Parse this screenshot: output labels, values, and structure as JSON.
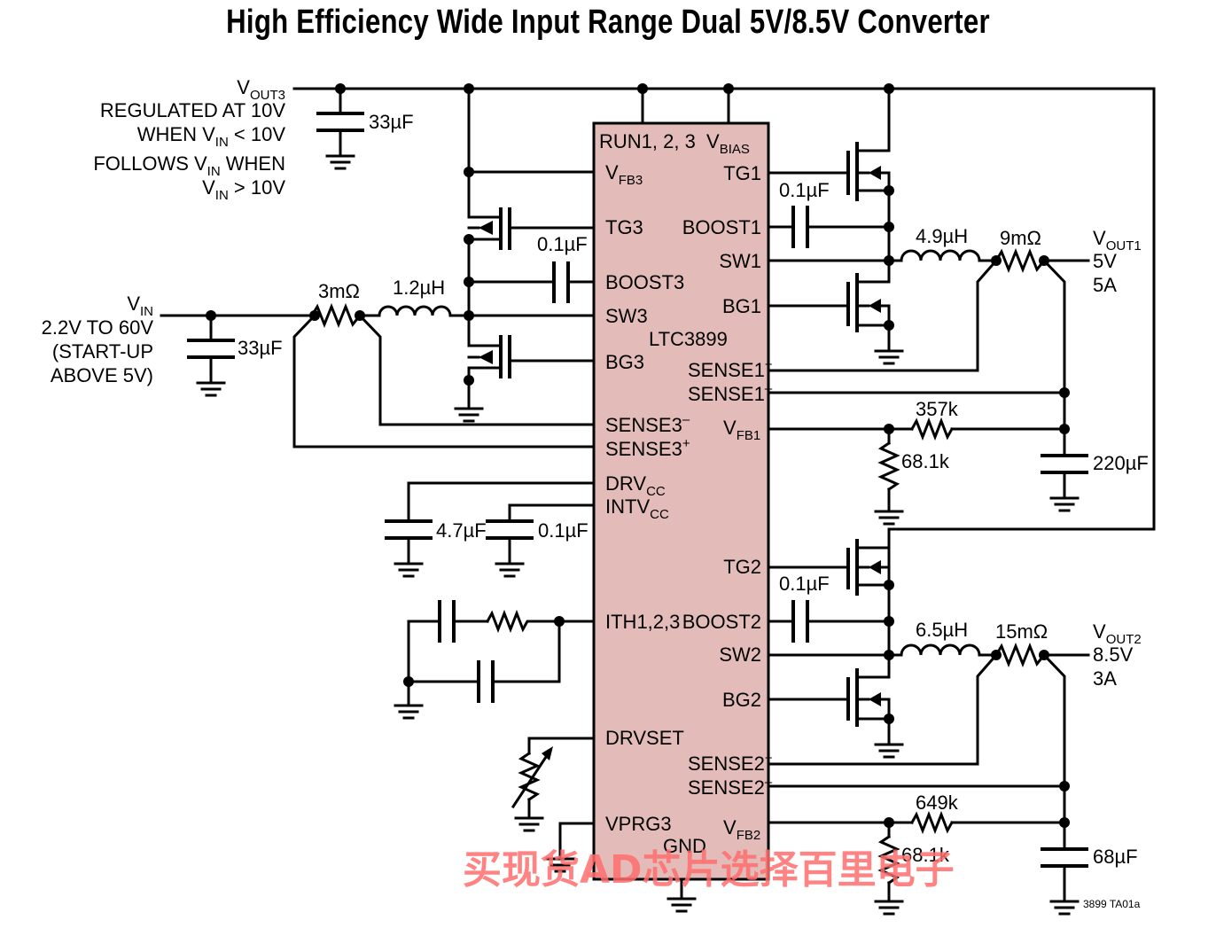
{
  "title": "High Efficiency Wide Input Range Dual 5V/8.5V Converter",
  "ic": {
    "name": "LTC3899",
    "fill": "#e3bcb9",
    "pins_left": {
      "run": "RUN1, 2, 3",
      "vfb3": "V",
      "vfb3_sub": "FB3",
      "tg3": "TG3",
      "boost3": "BOOST3",
      "sw3": "SW3",
      "bg3": "BG3",
      "sense3m": "SENSE3",
      "sense3m_sup": "–",
      "sense3p": "SENSE3",
      "sense3p_sup": "+",
      "drvcc": "DRV",
      "drvcc_sub": "CC",
      "intvcc": "INTV",
      "intvcc_sub": "CC",
      "ith": "ITH1,2,3",
      "drvset": "DRVSET",
      "vprg3": "VPRG3",
      "gnd": "GND"
    },
    "pins_right": {
      "vbias": "V",
      "vbias_sub": "BIAS",
      "tg1": "TG1",
      "boost1": "BOOST1",
      "sw1": "SW1",
      "bg1": "BG1",
      "sense1p": "SENSE1",
      "sense1p_sup": "+",
      "sense1m": "SENSE1",
      "sense1m_sup": "–",
      "vfb1": "V",
      "vfb1_sub": "FB1",
      "tg2": "TG2",
      "boost2": "BOOST2",
      "sw2": "SW2",
      "bg2": "BG2",
      "sense2p": "SENSE2",
      "sense2p_sup": "+",
      "sense2m": "SENSE2",
      "sense2m_sup": "–",
      "vfb2": "V",
      "vfb2_sub": "FB2"
    }
  },
  "vout3": {
    "name": "V",
    "name_sub": "OUT3",
    "line1": "REGULATED AT 10V",
    "line2a": "WHEN V",
    "line2_sub": "IN",
    "line2b": " < 10V",
    "line3a": "FOLLOWS V",
    "line3_sub": "IN",
    "line3b": " WHEN",
    "line4a": "V",
    "line4_sub": "IN",
    "line4b": " > 10V",
    "cap": "33µF"
  },
  "vin": {
    "name": "V",
    "name_sub": "IN",
    "line1": "2.2V TO 60V",
    "line2": "(START-UP",
    "line3": "ABOVE 5V)",
    "cap": "33µF",
    "sense_res": "3mΩ",
    "inductor": "1.2µH"
  },
  "ch3": {
    "boost_cap": "0.1µF"
  },
  "ch1": {
    "boost_cap": "0.1µF",
    "inductor": "4.9µH",
    "sense_res": "9mΩ",
    "out_name": "V",
    "out_sub": "OUT1",
    "voltage": "5V",
    "current": "5A",
    "r_top": "357k",
    "r_bot": "68.1k",
    "cap_out": "220µF"
  },
  "ch2": {
    "boost_cap": "0.1µF",
    "inductor": "6.5µH",
    "sense_res": "15mΩ",
    "out_name": "V",
    "out_sub": "OUT2",
    "voltage": "8.5V",
    "current": "3A",
    "r_top": "649k",
    "r_bot": "68.1k",
    "cap_out": "68µF"
  },
  "drv": {
    "cap1": "4.7µF",
    "cap2": "0.1µF"
  },
  "figure_id": "3899 TA01a",
  "watermark": "买现货AD芯片选择百里电子",
  "colors": {
    "wire": "#000000",
    "ic_fill": "#e3bcb9",
    "watermark": "#ff6e6e"
  }
}
